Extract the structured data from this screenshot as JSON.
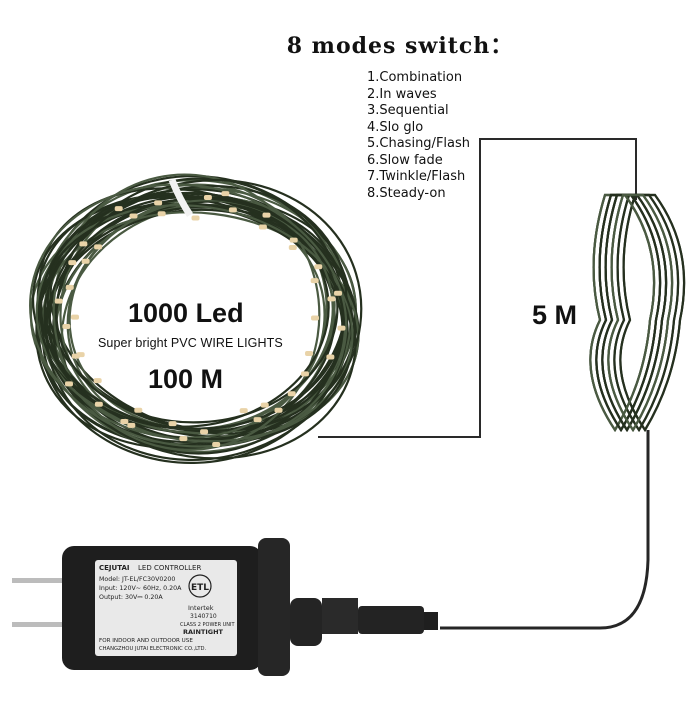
{
  "headline": "8 modes switch：",
  "modes": [
    "1.Combination",
    "2.In waves",
    "3.Sequential",
    "4.Slo glo",
    "5.Chasing/Flash",
    "6.Slow fade",
    "7.Twinkle/Flash",
    "8.Steady-on"
  ],
  "product": {
    "led_count": "1000 Led",
    "description": "Super bright PVC WIRE LIGHTS",
    "length": "100 M"
  },
  "lead_cable_length": "5 M",
  "controller_label": {
    "brand": "CEJUTAI",
    "title": "LED CONTROLLER",
    "model": "Model: JT-EL/FC30V0200",
    "input": "Input: 120V~ 60Hz, 0.20A",
    "output": "Output: 30V⎓ 0.20A",
    "cert_mark": "ETL",
    "cert_sub": "Intertek",
    "cert_num": "3140710",
    "class": "CLASS 2 POWER UNIT",
    "raintight": "RAINTIGHT",
    "use": "FOR INDOOR AND OUTDOOR USE",
    "maker": "CHANGZHOU JUTAI ELECTRONIC CO.,LTD."
  },
  "colors": {
    "wire": "#25301f",
    "wire_light": "#4a5a42",
    "led_bead": "#e9d3a8",
    "adapter": "#1e1e1e",
    "label": "#e9e9e9"
  }
}
